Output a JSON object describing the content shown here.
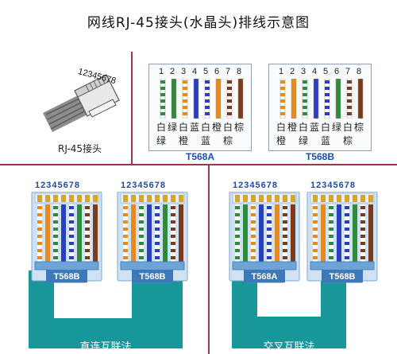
{
  "title": "网线RJ-45接头(水晶头)排线示意图",
  "connector": {
    "pin_label": "12345678",
    "label": "RJ-45接头"
  },
  "t568a": {
    "label": "T568A",
    "numbers": [
      "1",
      "2",
      "3",
      "4",
      "5",
      "6",
      "7",
      "8"
    ],
    "names_top": [
      "白",
      "绿",
      "白",
      "蓝",
      "白",
      "橙",
      "白",
      "棕"
    ],
    "names_bottom": [
      "绿",
      "",
      "橙",
      "",
      "蓝",
      "",
      "棕",
      ""
    ],
    "colors": [
      "#2e8b3a",
      "#2e8b3a",
      "#e68a1e",
      "#2a3fbf",
      "#2a3fbf",
      "#e68a1e",
      "#7a3b1c",
      "#7a3b1c"
    ],
    "striped": [
      true,
      false,
      true,
      false,
      true,
      false,
      true,
      false
    ]
  },
  "t568b": {
    "label": "T568B",
    "numbers": [
      "1",
      "2",
      "3",
      "4",
      "5",
      "6",
      "7",
      "8"
    ],
    "names_top": [
      "白",
      "橙",
      "白",
      "蓝",
      "白",
      "绿",
      "白",
      "棕"
    ],
    "names_bottom": [
      "橙",
      "",
      "绿",
      "",
      "蓝",
      "",
      "棕",
      ""
    ],
    "colors": [
      "#e68a1e",
      "#e68a1e",
      "#2e8b3a",
      "#2a3fbf",
      "#2a3fbf",
      "#2e8b3a",
      "#7a3b1c",
      "#7a3b1c"
    ],
    "striped": [
      true,
      false,
      true,
      false,
      true,
      false,
      true,
      false
    ]
  },
  "straight": {
    "caption": "直连互联法",
    "plug_numbers": "12345678",
    "left_tag": "T568B",
    "right_tag": "T568B"
  },
  "crossover": {
    "caption": "交叉互联法",
    "plug_numbers": "12345678",
    "left_tag": "T568A",
    "right_tag": "T568B"
  },
  "palette": {
    "divider": "#a3344a",
    "plug_blue": "#6ea3d6",
    "cable_teal": "#17979a",
    "label_blue": "#1a4fb0"
  }
}
